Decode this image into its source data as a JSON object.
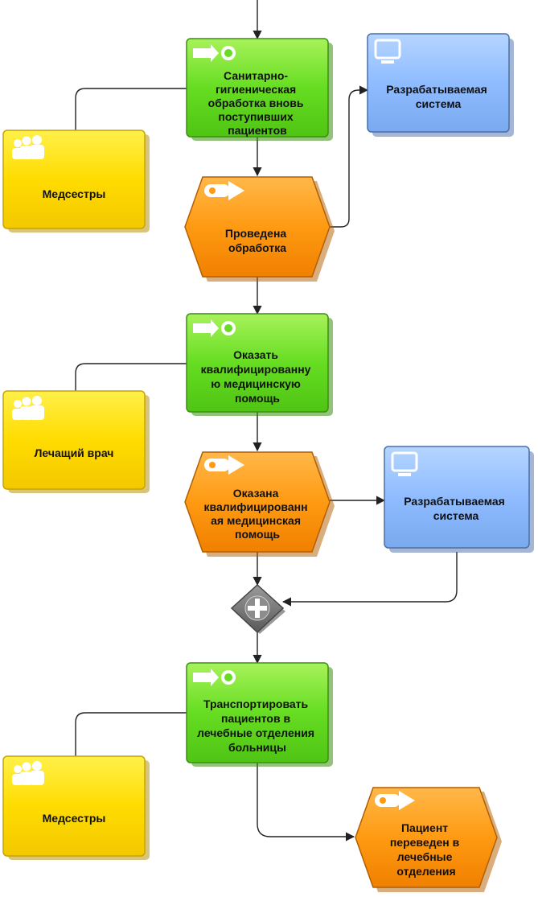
{
  "nodes": {
    "func1": {
      "type": "function",
      "lines": [
        "Санитарно-",
        "гигиеническая",
        "обработка вновь",
        "поступивших",
        "пациентов"
      ]
    },
    "event1": {
      "type": "event",
      "lines": [
        "Проведена",
        "обработка"
      ]
    },
    "func2": {
      "type": "function",
      "lines": [
        "Оказать",
        "квалифицированну",
        "ю медицинскую",
        "помощь"
      ]
    },
    "event2": {
      "type": "event",
      "lines": [
        "Оказана",
        "квалифицированн",
        "ая медицинская",
        "помощь"
      ]
    },
    "func3": {
      "type": "function",
      "lines": [
        "Транспортировать",
        "пациентов в",
        "лечебные отделения",
        "больницы"
      ]
    },
    "event3": {
      "type": "event",
      "lines": [
        "Пациент",
        "переведен в",
        "лечебные",
        "отделения"
      ]
    },
    "role1": {
      "type": "role",
      "lines": [
        "Медсестры"
      ]
    },
    "role2": {
      "type": "role",
      "lines": [
        "Лечащий врач"
      ]
    },
    "role3": {
      "type": "role",
      "lines": [
        "Медсестры"
      ]
    },
    "system1": {
      "type": "system",
      "lines": [
        "Разрабатываемая",
        "система"
      ]
    },
    "system2": {
      "type": "system",
      "lines": [
        "Разрабатываемая",
        "система"
      ]
    },
    "gateway1": {
      "type": "and-gateway",
      "lines": []
    }
  },
  "colors": {
    "function": "#66dd22",
    "event": "#ff9911",
    "role": "#ffdd00",
    "system": "#88bbff",
    "gateway": "#777777"
  }
}
